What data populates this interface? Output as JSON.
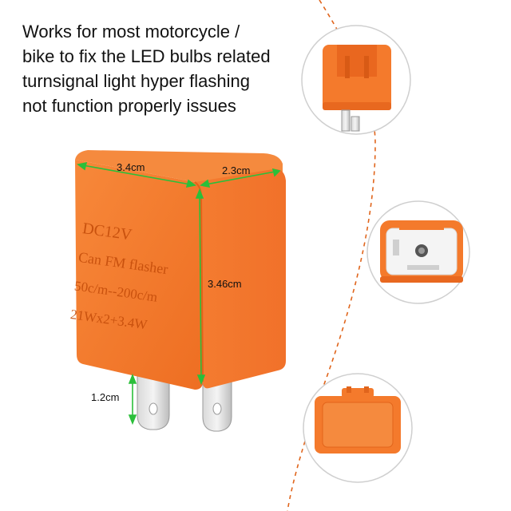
{
  "headline": {
    "lines": [
      "Works for most motorcycle /",
      "bike to fix the LED bulbs related",
      "turnsignal light hyper flashing",
      "not function properly issues"
    ]
  },
  "product": {
    "embossed_text": [
      "DC12V",
      "Can FM flasher",
      "50c/m--200c/m",
      "21Wx2+3.4W"
    ],
    "body_color": "#f47a2c",
    "body_shadow": "#e0641c",
    "body_top": "#f58a3e"
  },
  "dimensions": {
    "width": "3.4cm",
    "depth": "2.3cm",
    "height": "3.46cm",
    "pin_length": "1.2cm",
    "line_color": "#2bbf3a"
  },
  "detail_views": {
    "circle_stroke": "#cfcfcf",
    "connector_dashes": "#e0651c",
    "views": [
      {
        "name": "top-view"
      },
      {
        "name": "bottom-view"
      },
      {
        "name": "back-view"
      }
    ]
  }
}
